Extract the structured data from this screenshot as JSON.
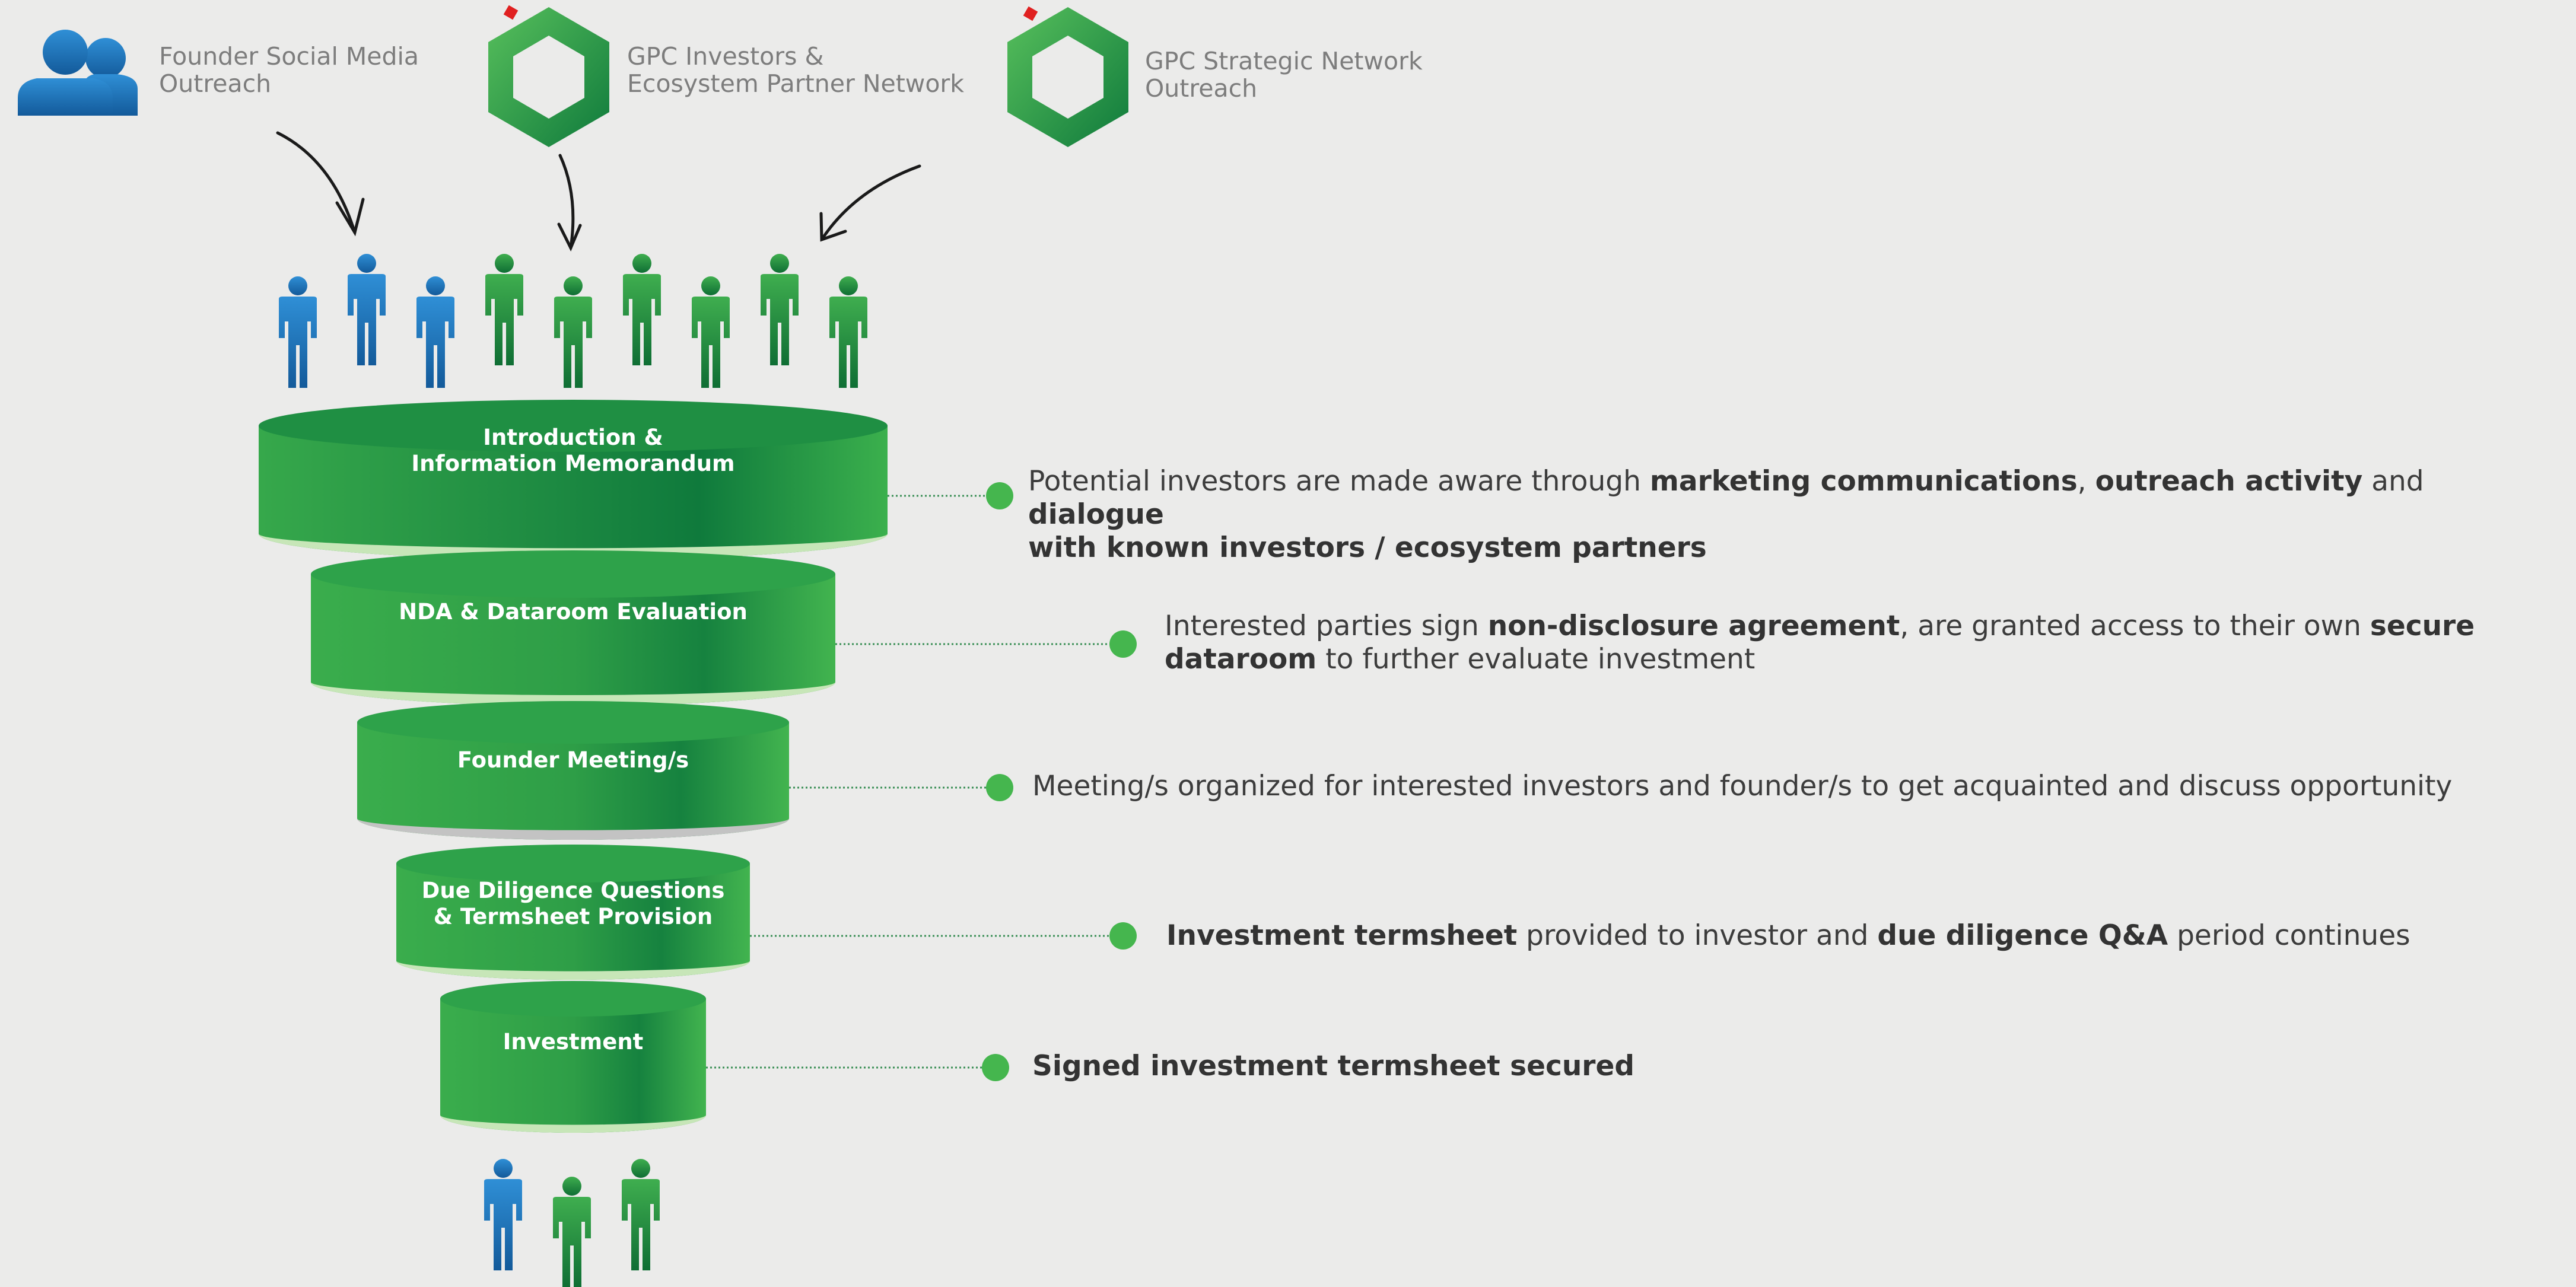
{
  "sources": [
    {
      "label_line1": "Founder Social Media",
      "label_line2": "Outreach",
      "icon": "people-icon"
    },
    {
      "label_line1": "GPC Investors &",
      "label_line2": "Ecosystem Partner Network",
      "icon": "hexagon-logo-icon"
    },
    {
      "label_line1": "GPC Strategic Network",
      "label_line2": "Outreach",
      "icon": "hexagon-logo-icon"
    }
  ],
  "funnel": {
    "stages": [
      {
        "label_line1": "Introduction &",
        "label_line2": "Information Memorandum",
        "description": [
          {
            "t": "Potential investors are made aware through ",
            "b": false
          },
          {
            "t": "marketing communications",
            "b": true
          },
          {
            "t": ", ",
            "b": false
          },
          {
            "t": "outreach activity",
            "b": true
          },
          {
            "t": " and ",
            "b": false
          },
          {
            "t": "dialogue",
            "b": true
          },
          {
            "t": "\n",
            "b": false
          },
          {
            "t": "with known investors / ecosystem partners",
            "b": true
          }
        ]
      },
      {
        "label_line1": "NDA & Dataroom Evaluation",
        "label_line2": "",
        "description": [
          {
            "t": "Interested parties sign ",
            "b": false
          },
          {
            "t": "non-disclosure agreement",
            "b": true
          },
          {
            "t": ", are granted access to their own ",
            "b": false
          },
          {
            "t": "secure",
            "b": true
          },
          {
            "t": "\n",
            "b": false
          },
          {
            "t": "dataroom",
            "b": true
          },
          {
            "t": " to further evaluate investment",
            "b": false
          }
        ]
      },
      {
        "label_line1": "Founder Meeting/s",
        "label_line2": "",
        "description": [
          {
            "t": "Meeting/s organized for interested investors and founder/s to get acquainted and discuss opportunity",
            "b": false
          }
        ]
      },
      {
        "label_line1": "Due Diligence Questions",
        "label_line2": "& Termsheet Provision",
        "description": [
          {
            "t": "Investment termsheet",
            "b": true
          },
          {
            "t": " provided to investor and ",
            "b": false
          },
          {
            "t": "due diligence Q&A",
            "b": true
          },
          {
            "t": " period continues",
            "b": false
          }
        ]
      },
      {
        "label_line1": "Investment",
        "label_line2": "",
        "description": [
          {
            "t": "Signed investment termsheet secured",
            "b": true
          }
        ]
      }
    ]
  },
  "people_top": [
    "blue",
    "blue",
    "blue",
    "green",
    "green",
    "green",
    "green",
    "green",
    "green"
  ],
  "people_bottom": [
    "blue",
    "green",
    "green"
  ],
  "colors": {
    "green_dark": "#0f7a3c",
    "green_mid": "#2ea24a",
    "green_light": "#45b64e",
    "base_light": "#c7e6b8",
    "base_grey": "#c3c3c3",
    "blue": "#1a72b8",
    "accent_red": "#e02020",
    "connector": "#3a8f55"
  }
}
